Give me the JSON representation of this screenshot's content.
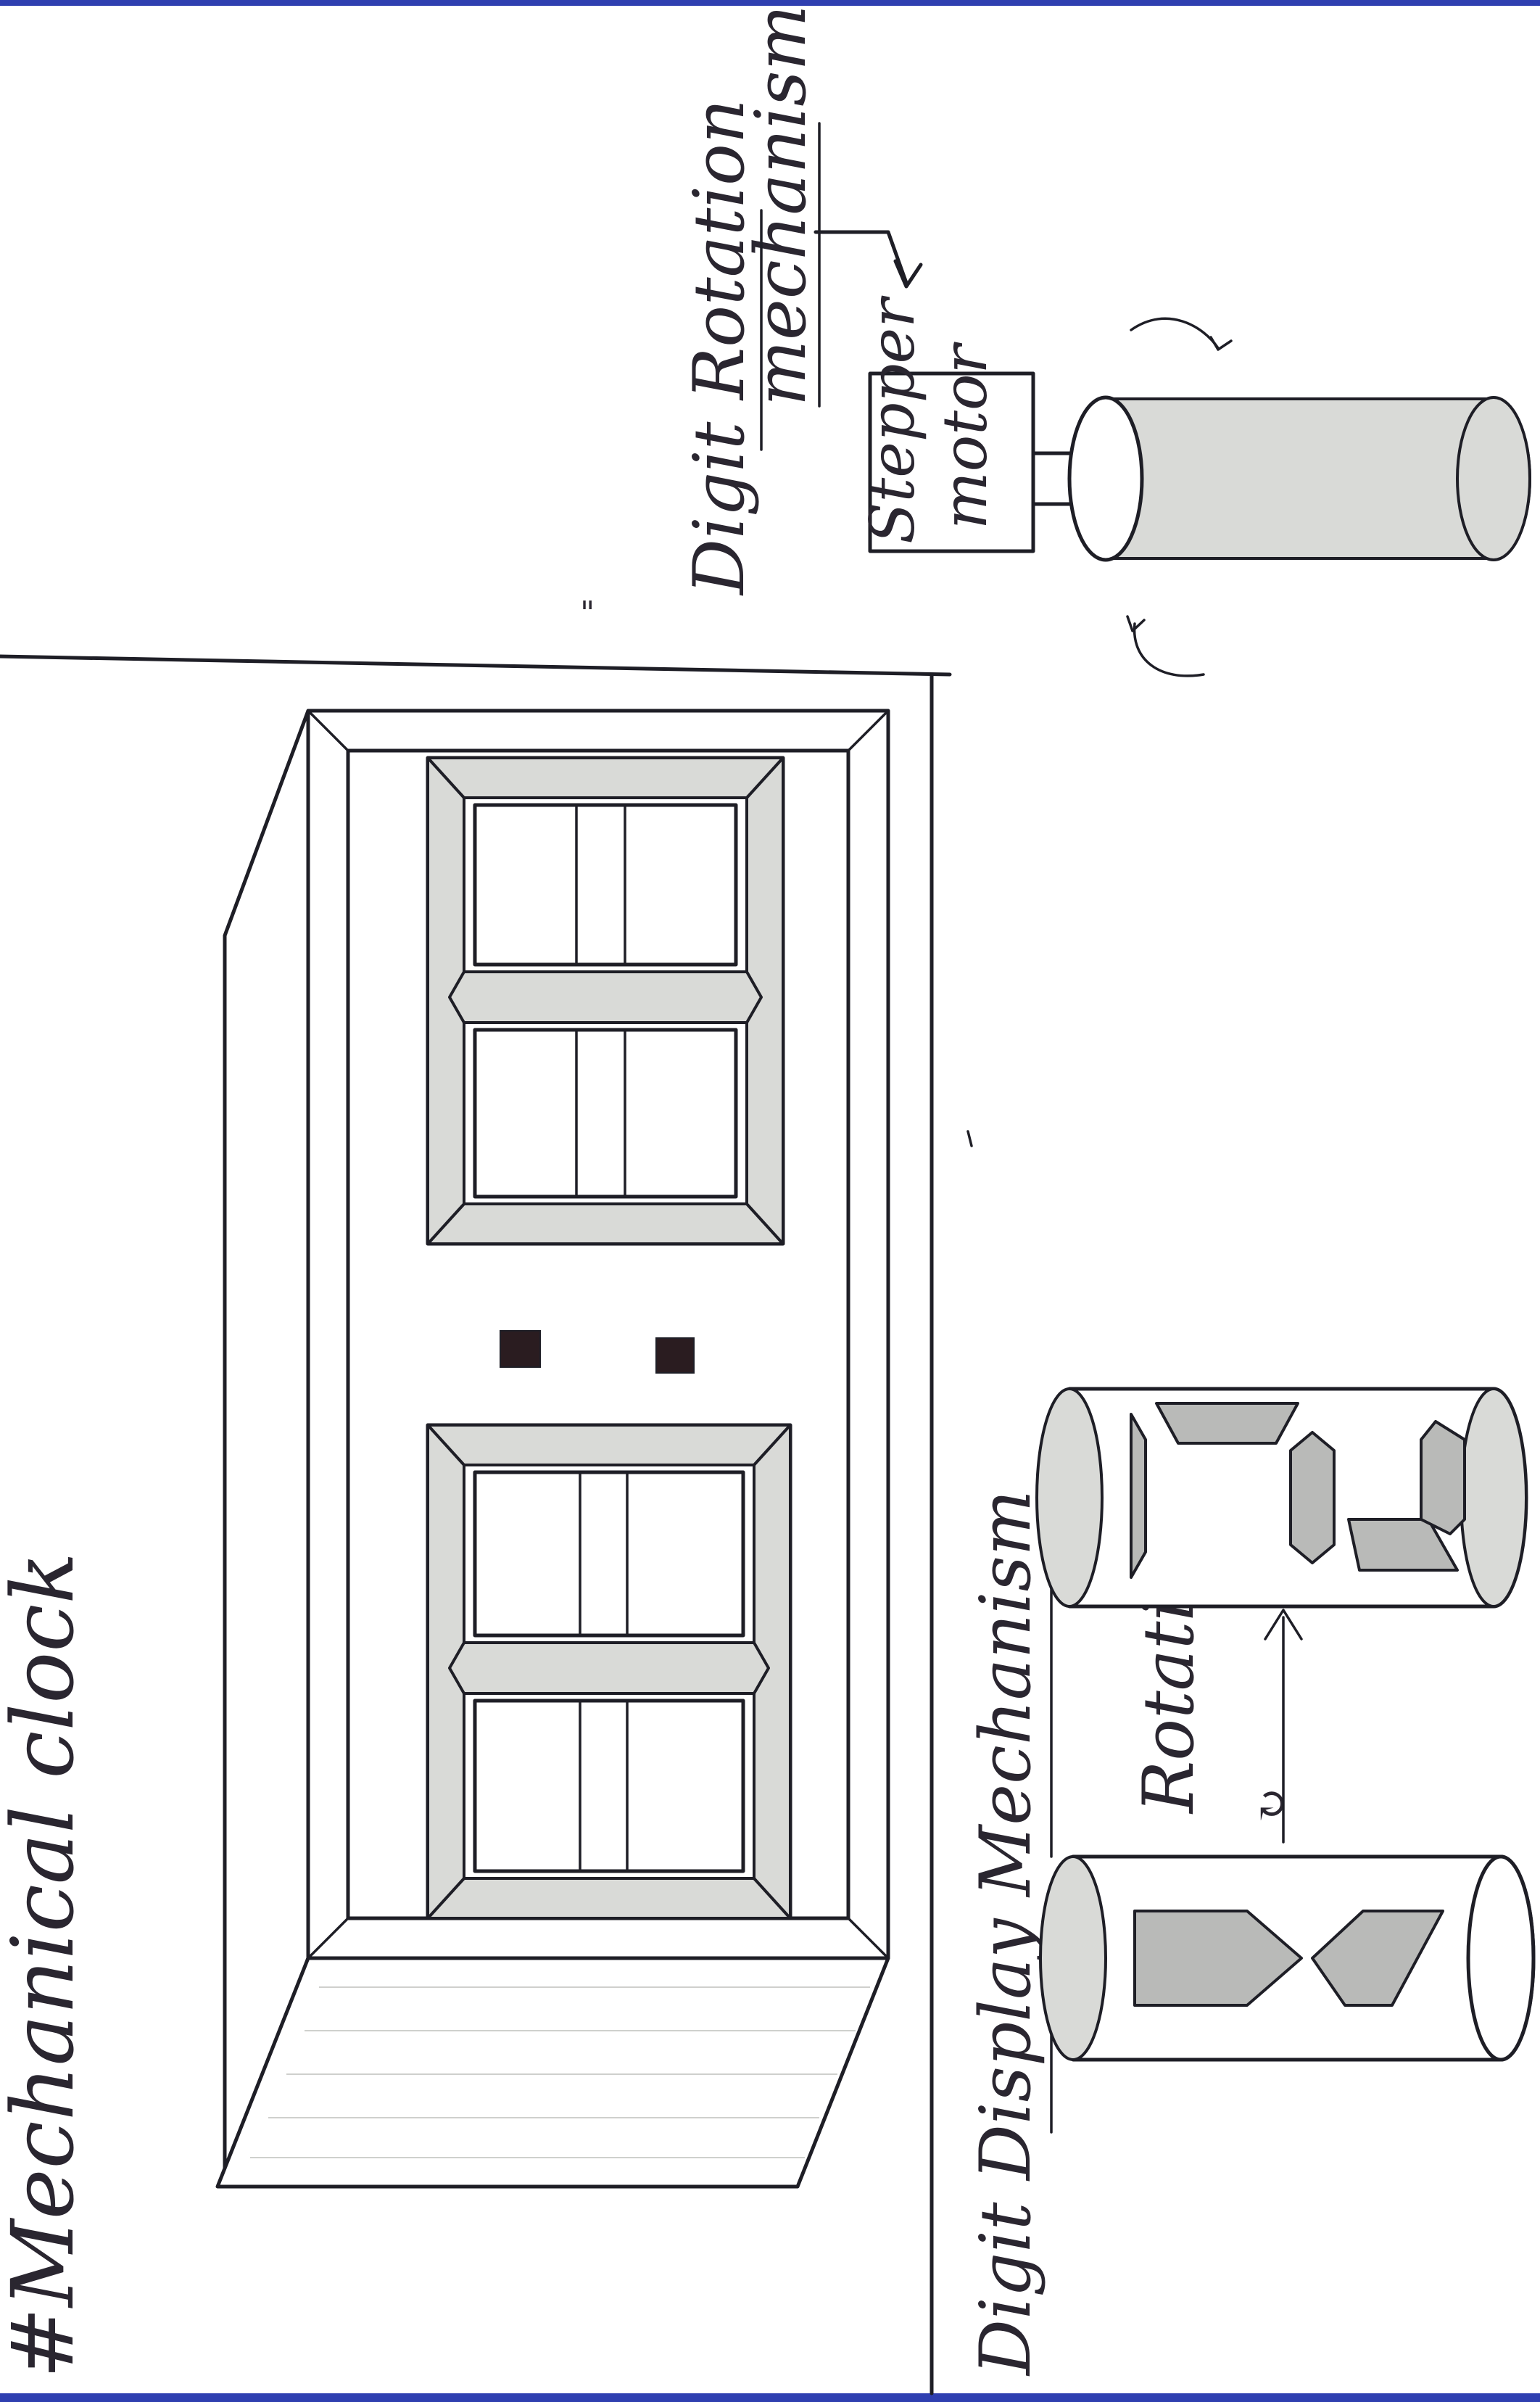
{
  "title": "#Mechanical clock",
  "labels": {
    "digit_display_mechanism": "Digit Display Mechanism",
    "rotation": "Rotation",
    "rotation_symbol": "↻",
    "digit_rotation_mechanism_line1": "Digit Rotation",
    "digit_rotation_mechanism_line2": "mechanism",
    "stepper_motor_line1": "Stepper",
    "stepper_motor_line2": "motor",
    "tick_mark": "\""
  },
  "colors": {
    "ink": "#1e1e26",
    "shade": "#d9dad7",
    "colon_dot": "#2a1c20",
    "page_edge": "#2f3fb0"
  }
}
